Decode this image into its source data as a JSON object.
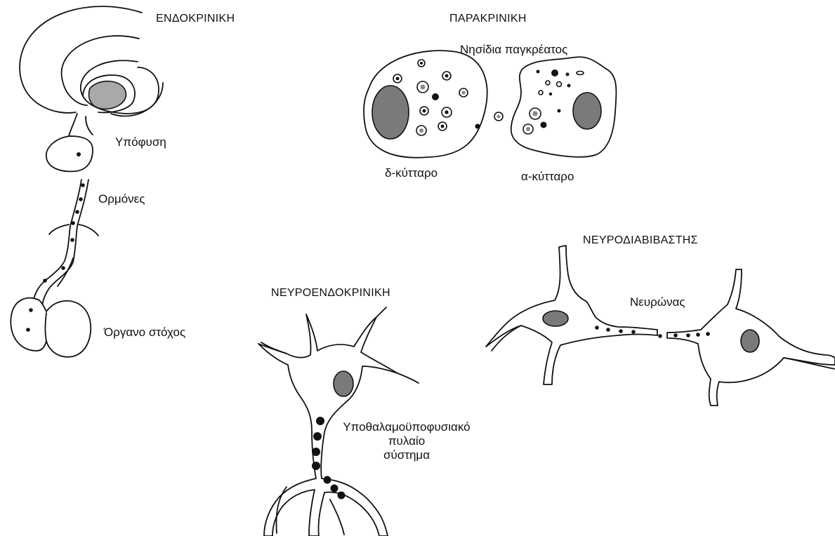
{
  "panels": {
    "endocrine": {
      "title": "ΕΝΔΟΚΡΙΝΙΚΗ",
      "pituitary_label": "Υπόφυση",
      "hormones_label": "Ορμόνες",
      "target_label": "Όργανο στόχος"
    },
    "paracrine": {
      "title": "ΠΑΡΑΚΡΙΝΙΚΗ",
      "islets_label": "Νησίδια παγκρέατος",
      "delta_cell_label": "δ-κύτταρο",
      "alpha_cell_label": "α-κύτταρο"
    },
    "neurotransmitter": {
      "title": "ΝΕΥΡΟΔΙΑΒΙΒΑΣΤΗΣ",
      "neuron_label": "Νευρώνας"
    },
    "neuroendocrine": {
      "title": "ΝΕΥΡΟΕΝΔΟΚΡΙΝΙΚΗ",
      "portal_line1": "Υποθαλαμοϋποφυσιακό",
      "portal_line2": "πυλαίο",
      "portal_line3": "σύστημα"
    }
  }
}
